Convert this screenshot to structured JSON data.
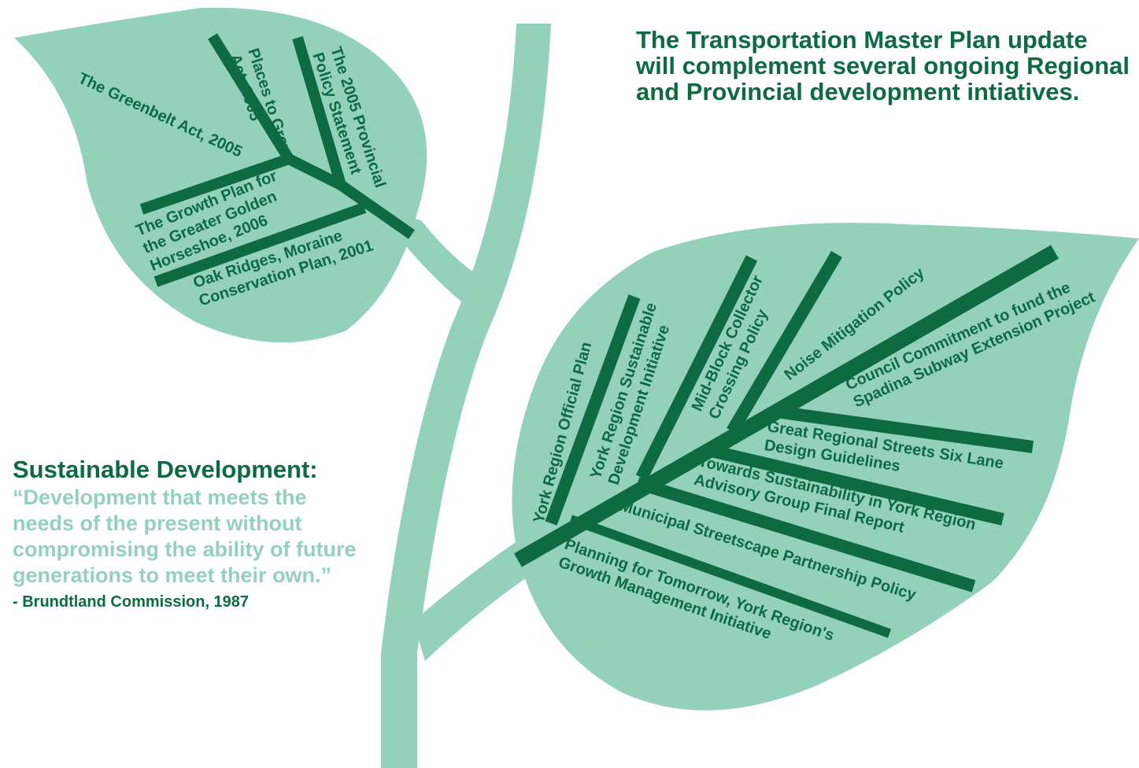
{
  "headline": "The Transportation Master Plan update will complement several ongoing Regional and Provincial development intiatives.",
  "quote": {
    "title": "Sustainable Development:",
    "text": "“Development that meets the needs of the present without compromising the ability of future generations to meet their own.”",
    "source": "- Brundtland Commission, 1987"
  },
  "small_leaf": {
    "labels": {
      "greenbelt": "The Greenbelt Act, 2005",
      "places_1": "Places to Grow",
      "places_2": "Act, 2005",
      "pps_1": "The 2005 Provincial",
      "pps_2": "Policy Statement",
      "growth_1": "The Growth Plan for",
      "growth_2": "the Greater Golden",
      "growth_3": "Horseshoe, 2006",
      "oak_1": "Oak Ridges, Moraine",
      "oak_2": "Conservation Plan, 2001"
    }
  },
  "large_leaf": {
    "labels": {
      "official_plan": "York Region Official Plan",
      "sustainable_1": "York Region Sustainable",
      "sustainable_2": "Development Initiative",
      "midblock_1": "Mid-Block Collector",
      "midblock_2": "Crossing Policy",
      "noise": "Noise Mitigation Policy",
      "spadina_1": "Council Commitment to fund the",
      "spadina_2": "Spadina Subway Extension Project",
      "streets_1": "Great Regional Streets Six Lane",
      "streets_2": "Design Guidelines",
      "towards_1": "Towards Sustainability in York Region",
      "towards_2": "Advisory Group Final Report",
      "streetscape": "Municipal Streetscape Partnership Policy",
      "planning_1": "Planning for Tomorrow, York Region's",
      "planning_2": "Growth Management Initiative"
    }
  },
  "colors": {
    "leaf": "#93d1bb",
    "vein": "#0e6a40",
    "text_dark": "#0e6a40",
    "quote_text": "#93d1bb"
  }
}
